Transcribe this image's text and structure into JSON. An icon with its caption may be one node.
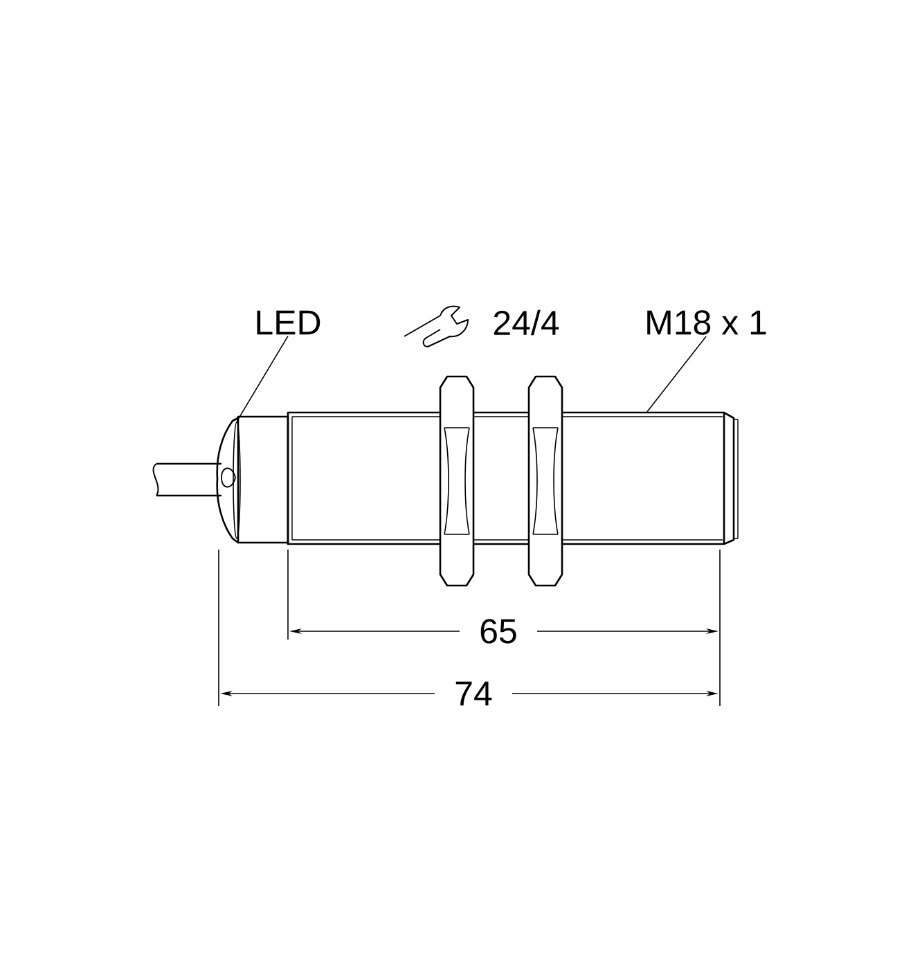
{
  "diagram": {
    "nodes": [
      {
        "text": [
          "LED"
        ]
      },
      {
        "text": [],
        "shape": "ellipse"
      },
      {
        "text": [
          "M18 x 1"
        ]
      },
      {
        "text": [],
        "shape": "box"
      }
    ],
    "edges": [
      {
        "from": 0,
        "to": 1,
        "arrow": "none"
      },
      {
        "from": 2,
        "to": 3,
        "arrow": "none"
      }
    ],
    "labels": [
      "24/4",
      "65",
      "74"
    ]
  }
}
